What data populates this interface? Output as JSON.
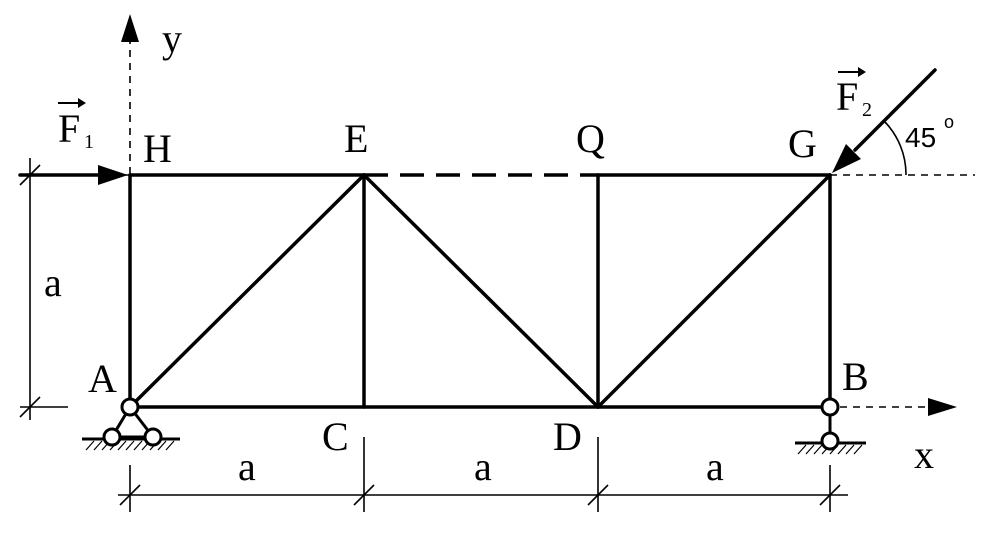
{
  "nodes": {
    "H": "H",
    "E": "E",
    "Q": "Q",
    "G": "G",
    "A": "A",
    "C": "C",
    "D": "D",
    "B": "B"
  },
  "axes": {
    "x": "x",
    "y": "y"
  },
  "forces": {
    "f1": {
      "letter": "F",
      "sub": "1"
    },
    "f2": {
      "letter": "F",
      "sub": "2"
    }
  },
  "angle": {
    "value": "45",
    "unit": "o"
  },
  "dimensions": {
    "height": "a",
    "span1": "a",
    "span2": "a",
    "span3": "a"
  }
}
